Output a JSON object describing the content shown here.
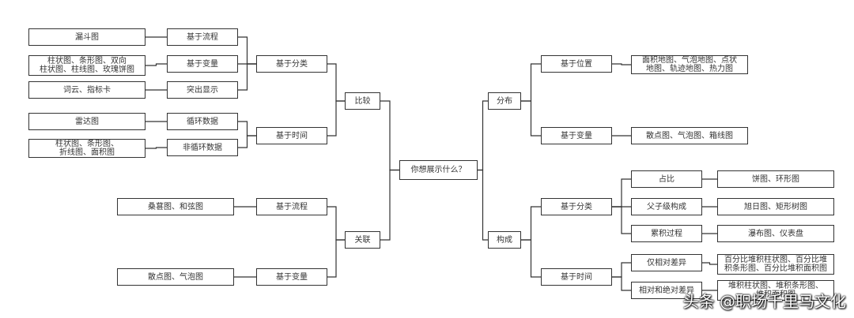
{
  "diagram": {
    "nodes": [
      {
        "id": "root",
        "label": "你想展示什么？"
      },
      {
        "id": "compare",
        "label": "比较"
      },
      {
        "id": "relation",
        "label": "关联"
      },
      {
        "id": "distribution",
        "label": "分布"
      },
      {
        "id": "composition",
        "label": "构成"
      },
      {
        "id": "cmp-cat",
        "label": "基于分类"
      },
      {
        "id": "cmp-time",
        "label": "基于时间"
      },
      {
        "id": "cat-flow",
        "label": "基于流程"
      },
      {
        "id": "cat-var",
        "label": "基于变量"
      },
      {
        "id": "cat-highlight",
        "label": "突出显示"
      },
      {
        "id": "funnel",
        "label": "漏斗图"
      },
      {
        "id": "bar-set",
        "label": "柱状图、条形图、双向\n柱状图、柱线图、玫瑰饼图"
      },
      {
        "id": "wordcloud",
        "label": "词云、指标卡"
      },
      {
        "id": "time-cycle",
        "label": "循环数据"
      },
      {
        "id": "time-noncycle",
        "label": "非循环数据"
      },
      {
        "id": "radar",
        "label": "雷达图"
      },
      {
        "id": "bar-line-area",
        "label": "柱状图、条形图、\n折线图、面积图"
      },
      {
        "id": "rel-flow",
        "label": "基于流程"
      },
      {
        "id": "rel-var",
        "label": "基于变量"
      },
      {
        "id": "sankey",
        "label": "桑葚图、和弦图"
      },
      {
        "id": "scatter-bubble",
        "label": "散点图、气泡图"
      },
      {
        "id": "dist-pos",
        "label": "基于位置"
      },
      {
        "id": "dist-var",
        "label": "基于变量"
      },
      {
        "id": "maps",
        "label": "面积地图、气泡地图、点状\n地图、轨迹地图、热力图"
      },
      {
        "id": "scatter-box",
        "label": "散点图、气泡图、箱线图"
      },
      {
        "id": "comp-cat",
        "label": "基于分类"
      },
      {
        "id": "comp-time",
        "label": "基于时间"
      },
      {
        "id": "share",
        "label": "占比"
      },
      {
        "id": "parent-child",
        "label": "父子级构成"
      },
      {
        "id": "accum",
        "label": "累积过程"
      },
      {
        "id": "pie-ring",
        "label": "饼图、环形图"
      },
      {
        "id": "sunburst",
        "label": "旭日图、矩形树图"
      },
      {
        "id": "waterfall",
        "label": "瀑布图、仪表盘"
      },
      {
        "id": "rel-diff",
        "label": "仅相对差异"
      },
      {
        "id": "pct-stack",
        "label": "百分比堆积柱状图、百分比堆\n积条形图、百分比堆积面积图"
      },
      {
        "id": "rel-abs",
        "label": "相对和绝对差异"
      },
      {
        "id": "stack",
        "label": "堆积柱状图、堆积条形图、\n堆积面积图"
      }
    ],
    "edges": [
      [
        "root",
        "compare"
      ],
      [
        "root",
        "relation"
      ],
      [
        "root",
        "distribution"
      ],
      [
        "root",
        "composition"
      ],
      [
        "compare",
        "cmp-cat"
      ],
      [
        "compare",
        "cmp-time"
      ],
      [
        "cmp-cat",
        "cat-flow"
      ],
      [
        "cmp-cat",
        "cat-var"
      ],
      [
        "cmp-cat",
        "cat-highlight"
      ],
      [
        "cat-flow",
        "funnel"
      ],
      [
        "cat-var",
        "bar-set"
      ],
      [
        "cat-highlight",
        "wordcloud"
      ],
      [
        "cmp-time",
        "time-cycle"
      ],
      [
        "cmp-time",
        "time-noncycle"
      ],
      [
        "time-cycle",
        "radar"
      ],
      [
        "time-noncycle",
        "bar-line-area"
      ],
      [
        "relation",
        "rel-flow"
      ],
      [
        "relation",
        "rel-var"
      ],
      [
        "rel-flow",
        "sankey"
      ],
      [
        "rel-var",
        "scatter-bubble"
      ],
      [
        "distribution",
        "dist-pos"
      ],
      [
        "distribution",
        "dist-var"
      ],
      [
        "dist-pos",
        "maps"
      ],
      [
        "dist-var",
        "scatter-box"
      ],
      [
        "composition",
        "comp-cat"
      ],
      [
        "composition",
        "comp-time"
      ],
      [
        "comp-cat",
        "share"
      ],
      [
        "comp-cat",
        "parent-child"
      ],
      [
        "comp-cat",
        "accum"
      ],
      [
        "share",
        "pie-ring"
      ],
      [
        "parent-child",
        "sunburst"
      ],
      [
        "accum",
        "waterfall"
      ],
      [
        "comp-time",
        "rel-diff"
      ],
      [
        "comp-time",
        "rel-abs"
      ],
      [
        "rel-diff",
        "pct-stack"
      ],
      [
        "rel-abs",
        "stack"
      ]
    ]
  },
  "watermark": "头条 @职场千里马文化"
}
